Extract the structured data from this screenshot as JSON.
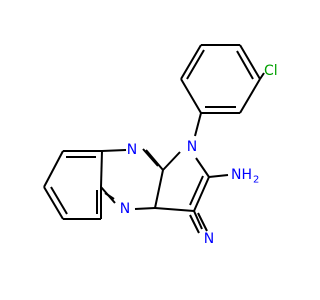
{
  "molecule": {
    "atoms": {
      "cl": "Cl",
      "n1": "N",
      "n_ring_upper": "N",
      "n_ring_lower": "N",
      "nh2": "NH",
      "nh2_subscript": "2",
      "n_nitrile": "N"
    }
  },
  "colors": {
    "bond": "#000000",
    "nitrogen": "#0000ff",
    "chlorine": "#00a000"
  }
}
